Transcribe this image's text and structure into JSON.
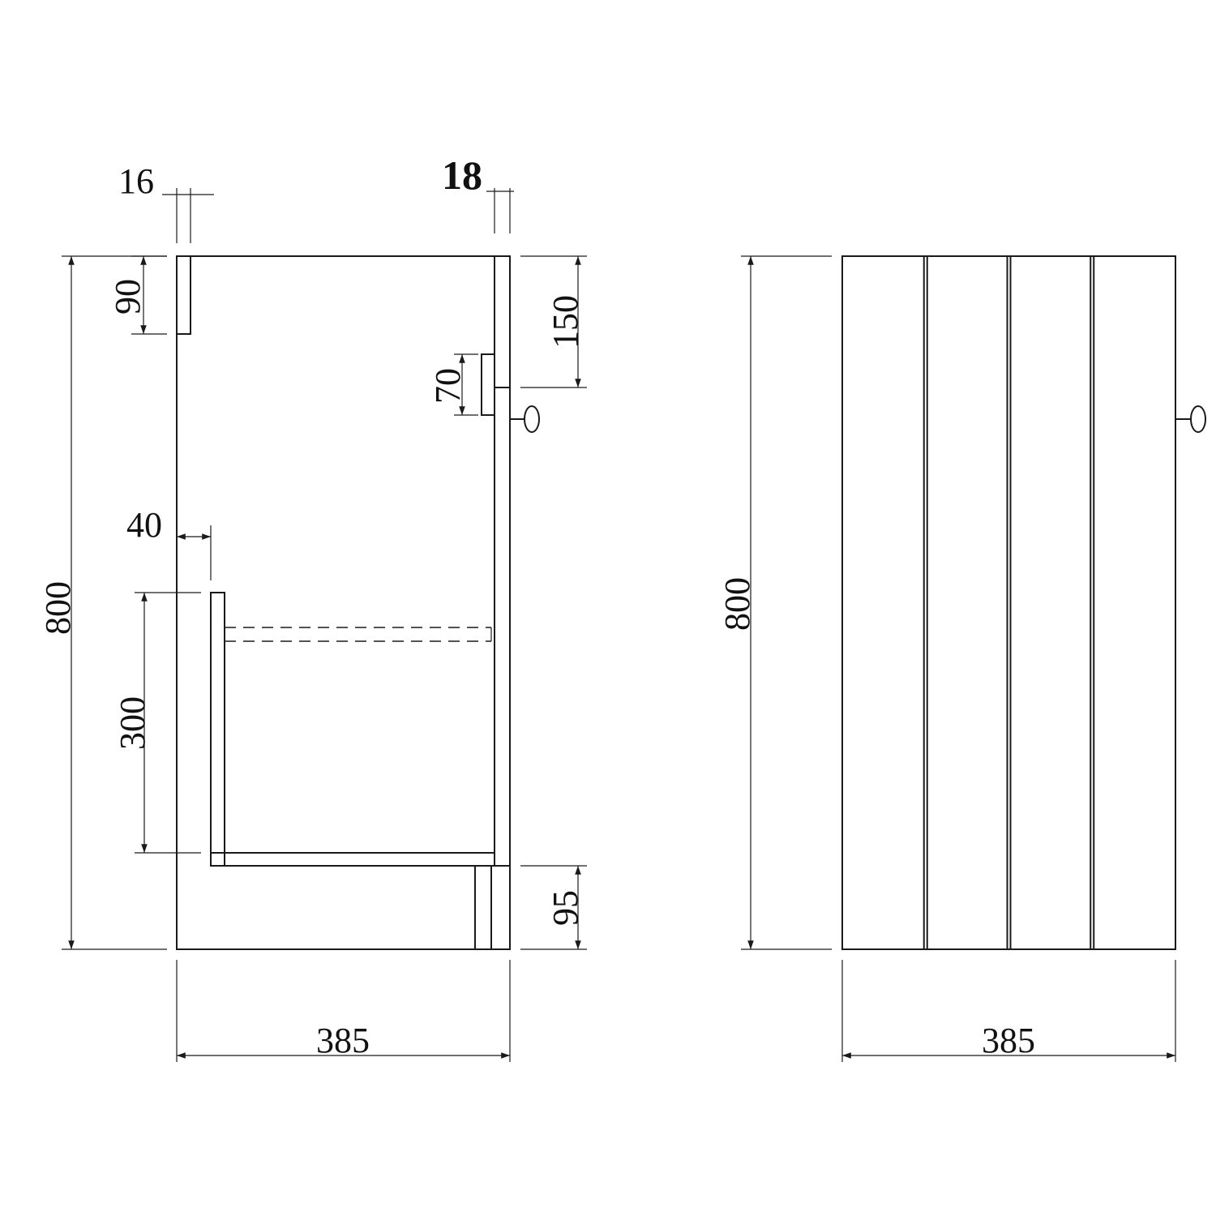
{
  "side_view": {
    "dimensions": {
      "side_thickness": "16",
      "door_thickness": "18",
      "top_rail": "90",
      "handle_offset": "150",
      "handle_size": "70",
      "recess_depth": "40",
      "shelf_gap": "300",
      "plinth": "95",
      "height": "800",
      "width": "385"
    }
  },
  "front_view": {
    "panel_count": 4,
    "dimensions": {
      "height": "800",
      "width": "385"
    }
  }
}
